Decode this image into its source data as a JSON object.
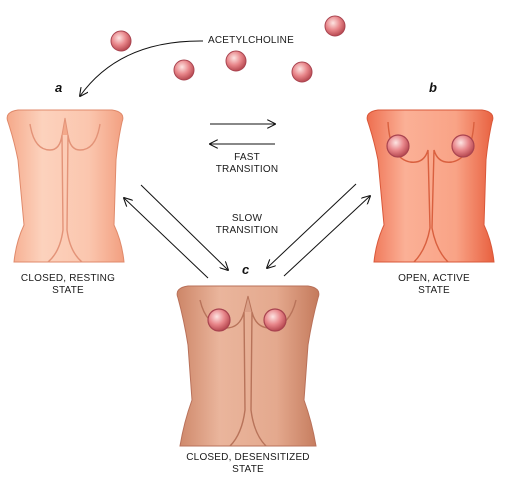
{
  "ligand_label": "ACETYLCHOLINE",
  "states": {
    "a": {
      "letter": "a",
      "line1": "CLOSED, RESTING",
      "line2": "STATE"
    },
    "b": {
      "letter": "b",
      "line1": "OPEN, ACTIVE",
      "line2": "STATE"
    },
    "c": {
      "letter": "c",
      "line1": "CLOSED, DESENSITIZED",
      "line2": "STATE"
    }
  },
  "transitions": {
    "fast": {
      "line1": "FAST",
      "line2": "TRANSITION"
    },
    "slow": {
      "line1": "SLOW",
      "line2": "TRANSITION"
    }
  },
  "colors": {
    "receptor_closed": "#f7b79a",
    "receptor_open": "#f07a5c",
    "receptor_desensitized": "#d9957a",
    "ligand": "#e8868a",
    "arrow": "#111111"
  }
}
